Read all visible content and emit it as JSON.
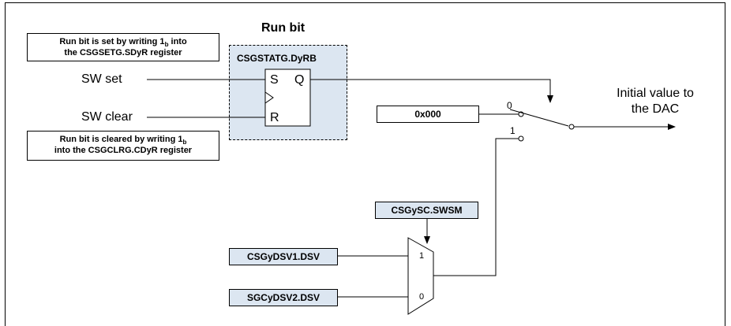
{
  "title": "Run bit",
  "flipflop": {
    "name": "CSGSTATG.DyRB",
    "pin_s": "S",
    "pin_q": "Q",
    "pin_r": "R"
  },
  "notes": {
    "set_line1": "Run bit is set by writing 1",
    "set_sub": "b",
    "set_line1_end": " into",
    "set_line2": "the CSGSETG.SDyR register",
    "clear_line1": "Run bit is cleared by writing 1",
    "clear_sub": "b",
    "clear_line2": "into the CSGCLRG.CDyR register"
  },
  "inputs": {
    "sw_set": "SW set",
    "sw_clear": "SW clear"
  },
  "switch": {
    "const_value": "0x000",
    "pos0": "0",
    "pos1": "1"
  },
  "output": {
    "line1": "Initial value to",
    "line2": "the DAC"
  },
  "mux": {
    "select_reg": "CSGySC.SWSM",
    "in1_reg": "CSGyDSV1.DSV",
    "in0_reg": "SGCyDSV2.DSV",
    "in1_label": "1",
    "in0_label": "0"
  }
}
